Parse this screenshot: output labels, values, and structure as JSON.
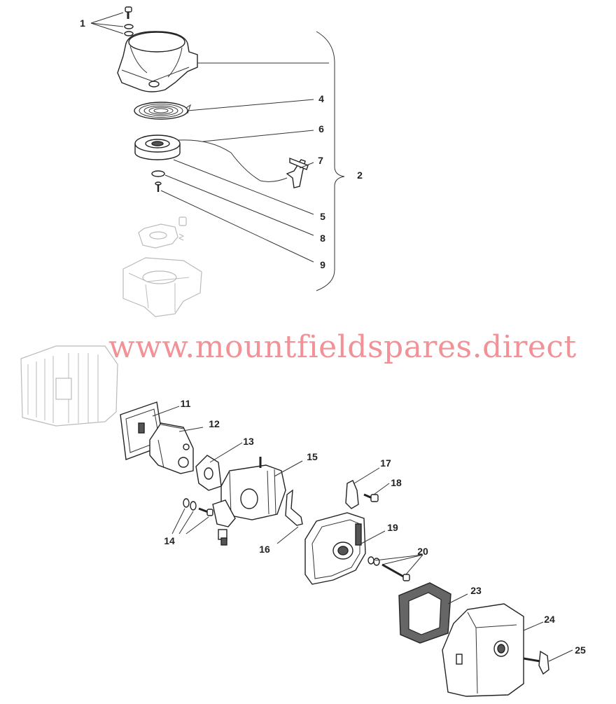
{
  "watermark": "www.mountfieldspares.direct",
  "callouts": [
    {
      "id": "1",
      "label": "1"
    },
    {
      "id": "2",
      "label": "2"
    },
    {
      "id": "4",
      "label": "4"
    },
    {
      "id": "5",
      "label": "5"
    },
    {
      "id": "6",
      "label": "6"
    },
    {
      "id": "7",
      "label": "7"
    },
    {
      "id": "8",
      "label": "8"
    },
    {
      "id": "9",
      "label": "9"
    },
    {
      "id": "11",
      "label": "11"
    },
    {
      "id": "12",
      "label": "12"
    },
    {
      "id": "13",
      "label": "13"
    },
    {
      "id": "14",
      "label": "14"
    },
    {
      "id": "15",
      "label": "15"
    },
    {
      "id": "16",
      "label": "16"
    },
    {
      "id": "17",
      "label": "17"
    },
    {
      "id": "18",
      "label": "18"
    },
    {
      "id": "19",
      "label": "19"
    },
    {
      "id": "20",
      "label": "20"
    },
    {
      "id": "23",
      "label": "23"
    },
    {
      "id": "24",
      "label": "24"
    },
    {
      "id": "25",
      "label": "25"
    }
  ]
}
